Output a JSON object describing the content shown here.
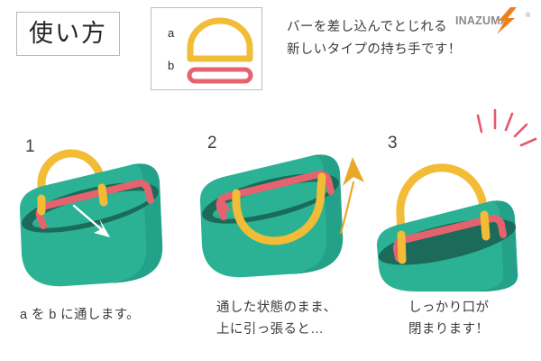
{
  "header": {
    "title": "使い方",
    "tagline_line1": "バーを差し込んでとじれる",
    "tagline_line2": "新しいタイプの持ち手です！",
    "brand": {
      "name": "INAZUMA",
      "registered_mark": "®",
      "bolt_icon": "lightning-bolt-icon",
      "color": "#ee7f1a",
      "text_color": "#8a8a8a"
    }
  },
  "legend": {
    "items": [
      {
        "label": "a",
        "shape": "d-ring-handle",
        "color": "#f2bc36"
      },
      {
        "label": "b",
        "shape": "bar",
        "color": "#e4636f"
      }
    ]
  },
  "colors": {
    "bag_body": "#2bb295",
    "bag_body_shade": "#23a289",
    "bag_opening_dark": "#1c6a59",
    "handle_yellow": "#f2bc36",
    "bar_red": "#e4636f",
    "arrow_white": "#ffffff",
    "arrow_yellow": "#e9a82a",
    "sparkle_pink": "#e4596b",
    "text": "#3b3b3b",
    "border": "#bdbdbd"
  },
  "steps": [
    {
      "number": "1",
      "caption": "a を b に通します。",
      "art": "bag-handle-up-bar-inserted",
      "arrow": {
        "type": "white-straight-arrow",
        "direction": "down-right"
      }
    },
    {
      "number": "2",
      "caption": "通した状態のまま、\n上に引っ張ると…",
      "art": "bag-handle-down-inside",
      "arrow": {
        "type": "yellow-curved-arrow",
        "direction": "up-right"
      }
    },
    {
      "number": "3",
      "caption": "しっかり口が\n閉まります！",
      "art": "bag-closed-handle-up",
      "sparkles": {
        "type": "pink-sparkle-lines",
        "count": 5
      }
    }
  ]
}
